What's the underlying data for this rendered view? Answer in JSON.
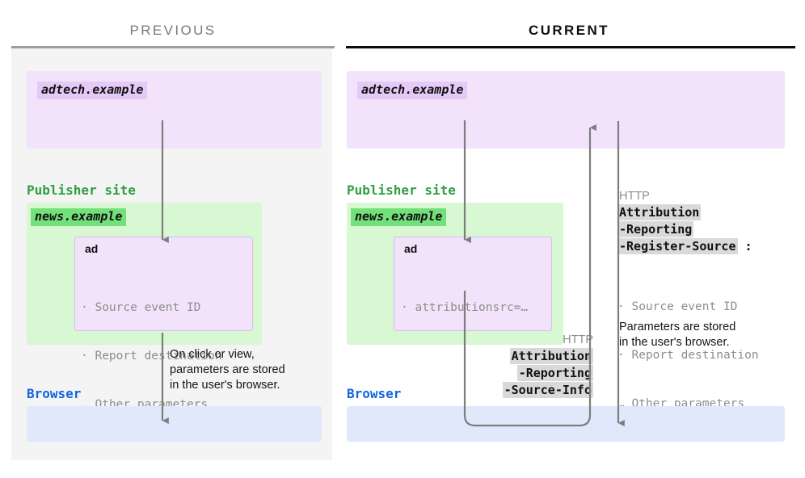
{
  "headings": {
    "previous": "PREVIOUS",
    "current": "CURRENT"
  },
  "colors": {
    "adtech_fill": "#f2e3fb",
    "adtech_chip": "#e5caf7",
    "publisher_fill": "#d7f8d2",
    "publisher_chip": "#74e07c",
    "publisher_label": "#2f9e41",
    "browser_fill": "#e0e9fb",
    "browser_label": "#1664e0",
    "arrow": "#6e6e6e",
    "header_highlight": "#d9d9d9",
    "panel_previous_bg": "#f4f4f4",
    "muted_text": "#8d8d8d"
  },
  "previous": {
    "adtech_domain": "adtech.example",
    "publisher_label": "Publisher site",
    "publisher_domain": "news.example",
    "ad_title": "ad",
    "ad_params": [
      "· Source event ID",
      "· Report destination",
      "… Other parameters"
    ],
    "browser_label": "Browser",
    "note": "On click or view,\nparameters are stored\nin the user's browser."
  },
  "current": {
    "adtech_domain": "adtech.example",
    "publisher_label": "Publisher site",
    "publisher_domain": "news.example",
    "ad_title": "ad",
    "ad_params": [
      "· attributionsrc=…"
    ],
    "browser_label": "Browser",
    "http_request": {
      "protocol": "HTTP",
      "tokens": [
        "Attribution",
        "-Reporting",
        "-Source-Info"
      ]
    },
    "http_response": {
      "protocol": "HTTP",
      "tokens": [
        "Attribution",
        "-Reporting",
        "-Register-Source"
      ],
      "colon": ":",
      "params": [
        "· Source event ID",
        "· Report destination",
        "… Other parameters"
      ],
      "note": "Parameters are stored\nin the user's browser."
    }
  }
}
